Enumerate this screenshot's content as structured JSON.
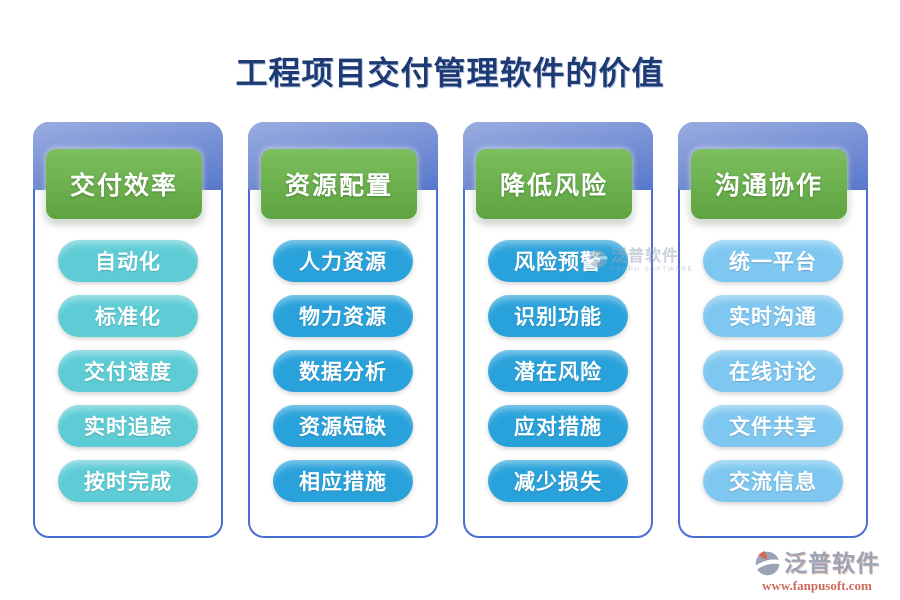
{
  "title": "工程项目交付管理软件的价值",
  "columns": [
    {
      "header": "交付效率",
      "items": [
        "自动化",
        "标准化",
        "交付速度",
        "实时追踪",
        "按时完成"
      ]
    },
    {
      "header": "资源配置",
      "items": [
        "人力资源",
        "物力资源",
        "数据分析",
        "资源短缺",
        "相应措施"
      ]
    },
    {
      "header": "降低风险",
      "items": [
        "风险预警",
        "识别功能",
        "潜在风险",
        "应对措施",
        "减少损失"
      ]
    },
    {
      "header": "沟通协作",
      "items": [
        "统一平台",
        "实时沟通",
        "在线讨论",
        "文件共享",
        "交流信息"
      ]
    }
  ],
  "watermark": {
    "name": "泛普软件",
    "subtitle": "FANPU SOFTWARE"
  },
  "footer": {
    "brand": "泛普软件",
    "website": "www.fanpusoft.com"
  },
  "colors": {
    "title": "#1d3a72",
    "band-top": "#9aade0",
    "band-bottom": "#5878cd",
    "green-top": "#7dbe5e",
    "green-bottom": "#5ea441",
    "card-border": "#4a6fd4",
    "pill-teal": "#5dccd5",
    "pill-blue": "#29a2db",
    "pill-lightblue": "#7ec7f0",
    "watermark-gray": "#9fa9ba",
    "brand-gray": "#9aa4b6",
    "brand-red": "#cd6b5a",
    "brand-accent": "#d8694f"
  }
}
